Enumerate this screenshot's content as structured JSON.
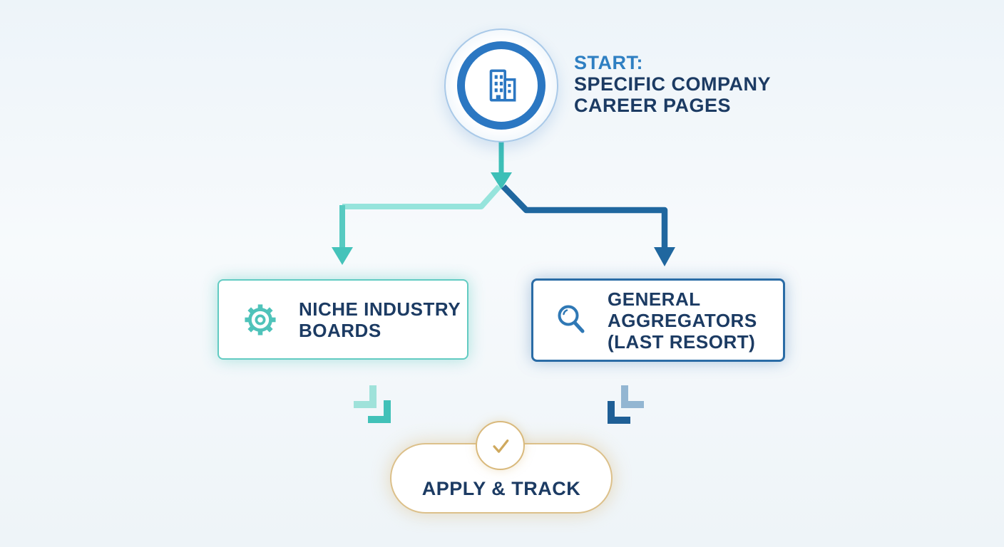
{
  "colors": {
    "background": "#f0f6f9",
    "navy_text": "#1c3b63",
    "start_blue": "#2b77c2",
    "teal": "#41c1b8",
    "teal_light": "#96e4dc",
    "dark_blue": "#20679f",
    "gold": "#d9b97c"
  },
  "start": {
    "icon": "building-icon",
    "prefix": "START:",
    "line1": "SPECIFIC COMPANY",
    "line2": "CAREER PAGES"
  },
  "branches": {
    "left": {
      "icon": "gear-icon",
      "line1": "NICHE INDUSTRY",
      "line2": "BOARDS"
    },
    "right": {
      "icon": "search-icon",
      "line1": "GENERAL",
      "line2": "AGGREGATORS",
      "line3": "(LAST RESORT)"
    }
  },
  "end": {
    "icon": "check-icon",
    "label": "APPLY & TRACK"
  }
}
